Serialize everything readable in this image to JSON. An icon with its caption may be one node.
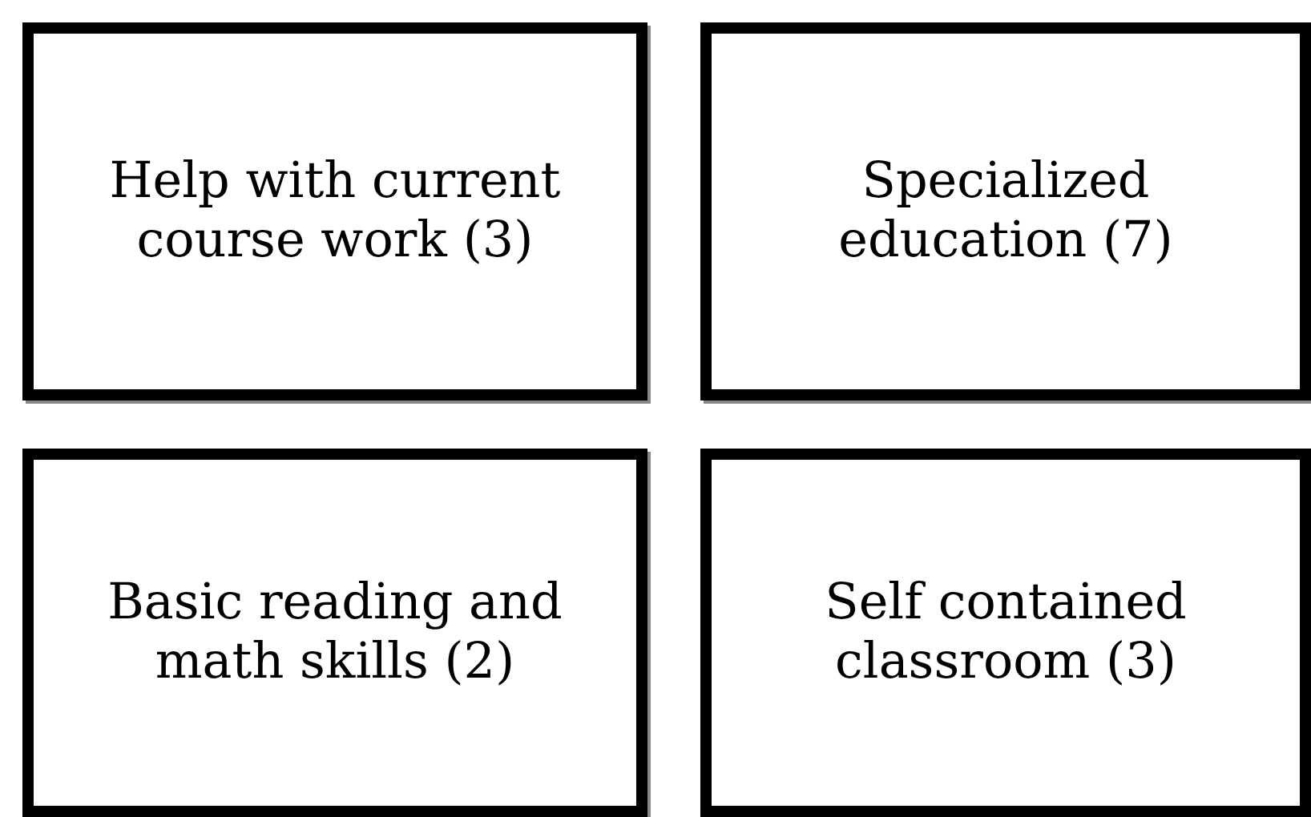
{
  "diagram": {
    "nodes": [
      {
        "text": [
          "Help with current course work (3)"
        ]
      },
      {
        "text": [
          "Specialized education (7)"
        ]
      },
      {
        "text": [
          "Basic reading and math skills (2)"
        ]
      },
      {
        "text": [
          "Self contained classroom (3)"
        ]
      }
    ]
  }
}
